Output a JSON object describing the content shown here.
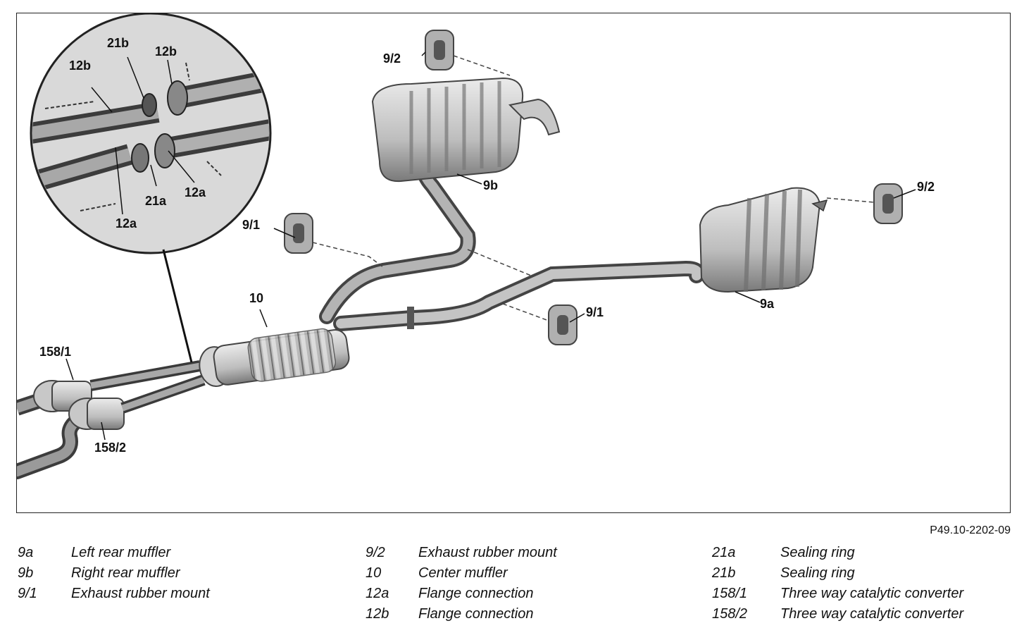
{
  "figure_ref": "P49.10-2202-09",
  "callouts": {
    "c_21b": "21b",
    "c_12b_top": "12b",
    "c_12b_left": "12b",
    "c_21a": "21a",
    "c_12a_right": "12a",
    "c_12a_bottom": "12a",
    "c_9_2_top": "9/2",
    "c_9b": "9b",
    "c_9_2_right": "9/2",
    "c_9_1_left": "9/1",
    "c_9_1_right": "9/1",
    "c_10": "10",
    "c_9a": "9a",
    "c_158_1": "158/1",
    "c_158_2": "158/2"
  },
  "legend": {
    "columns": [
      [
        {
          "key": "9a",
          "desc": "Left rear muffler"
        },
        {
          "key": "9b",
          "desc": "Right rear muffler"
        },
        {
          "key": "9/1",
          "desc": "Exhaust rubber mount"
        }
      ],
      [
        {
          "key": "9/2",
          "desc": "Exhaust rubber mount"
        },
        {
          "key": "10",
          "desc": "Center muffler"
        },
        {
          "key": "12a",
          "desc": "Flange connection"
        },
        {
          "key": "12b",
          "desc": "Flange connection"
        }
      ],
      [
        {
          "key": "21a",
          "desc": "Sealing ring"
        },
        {
          "key": "21b",
          "desc": "Sealing ring"
        },
        {
          "key": "158/1",
          "desc": "Three way catalytic converter"
        },
        {
          "key": "158/2",
          "desc": "Three way catalytic converter"
        }
      ]
    ]
  }
}
